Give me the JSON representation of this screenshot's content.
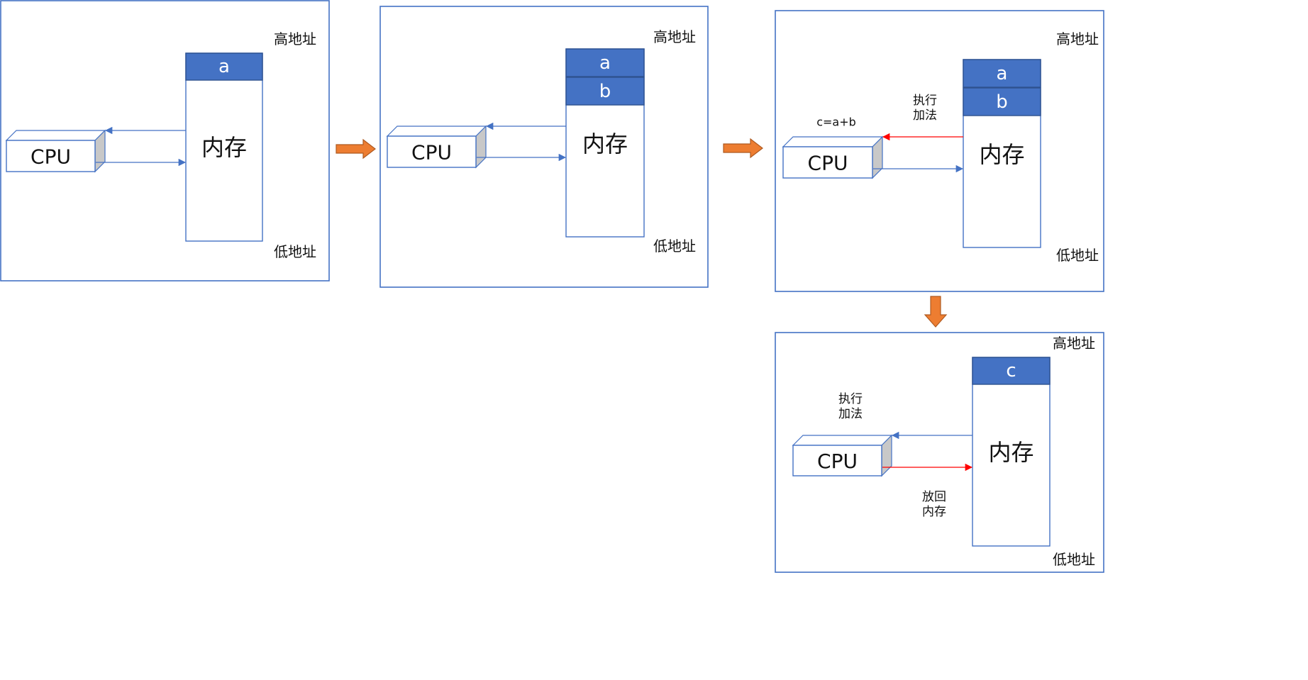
{
  "labels": {
    "high_address": "高地址",
    "low_address": "低地址",
    "cpu": "CPU",
    "memory": "内存",
    "execute_add": "执行\n加法",
    "put_back_memory": "放回\n内存",
    "expression": "c=a+b"
  },
  "panels": [
    {
      "id": 1,
      "cells": [
        "a"
      ]
    },
    {
      "id": 2,
      "cells": [
        "a",
        "b"
      ]
    },
    {
      "id": 3,
      "cells": [
        "a",
        "b"
      ],
      "cpu_note": "c=a+b",
      "read_note": "执行\n加法"
    },
    {
      "id": 4,
      "cells": [
        "c"
      ],
      "cpu_note": "执行\n加法",
      "write_note": "放回\n内存"
    }
  ],
  "colors": {
    "panel_border": "#4472C4",
    "cell_fill": "#4472C4",
    "cell_border": "#2F528F",
    "cell_text": "#ffffff",
    "memory_border": "#4472C4",
    "cpu_side": "#C8C8C8",
    "arrow_blue": "#4472C4",
    "arrow_red": "#FF0000",
    "flow_arrow_fill": "#ED7D31",
    "flow_arrow_stroke": "#AE5A21",
    "text": "#111111"
  }
}
